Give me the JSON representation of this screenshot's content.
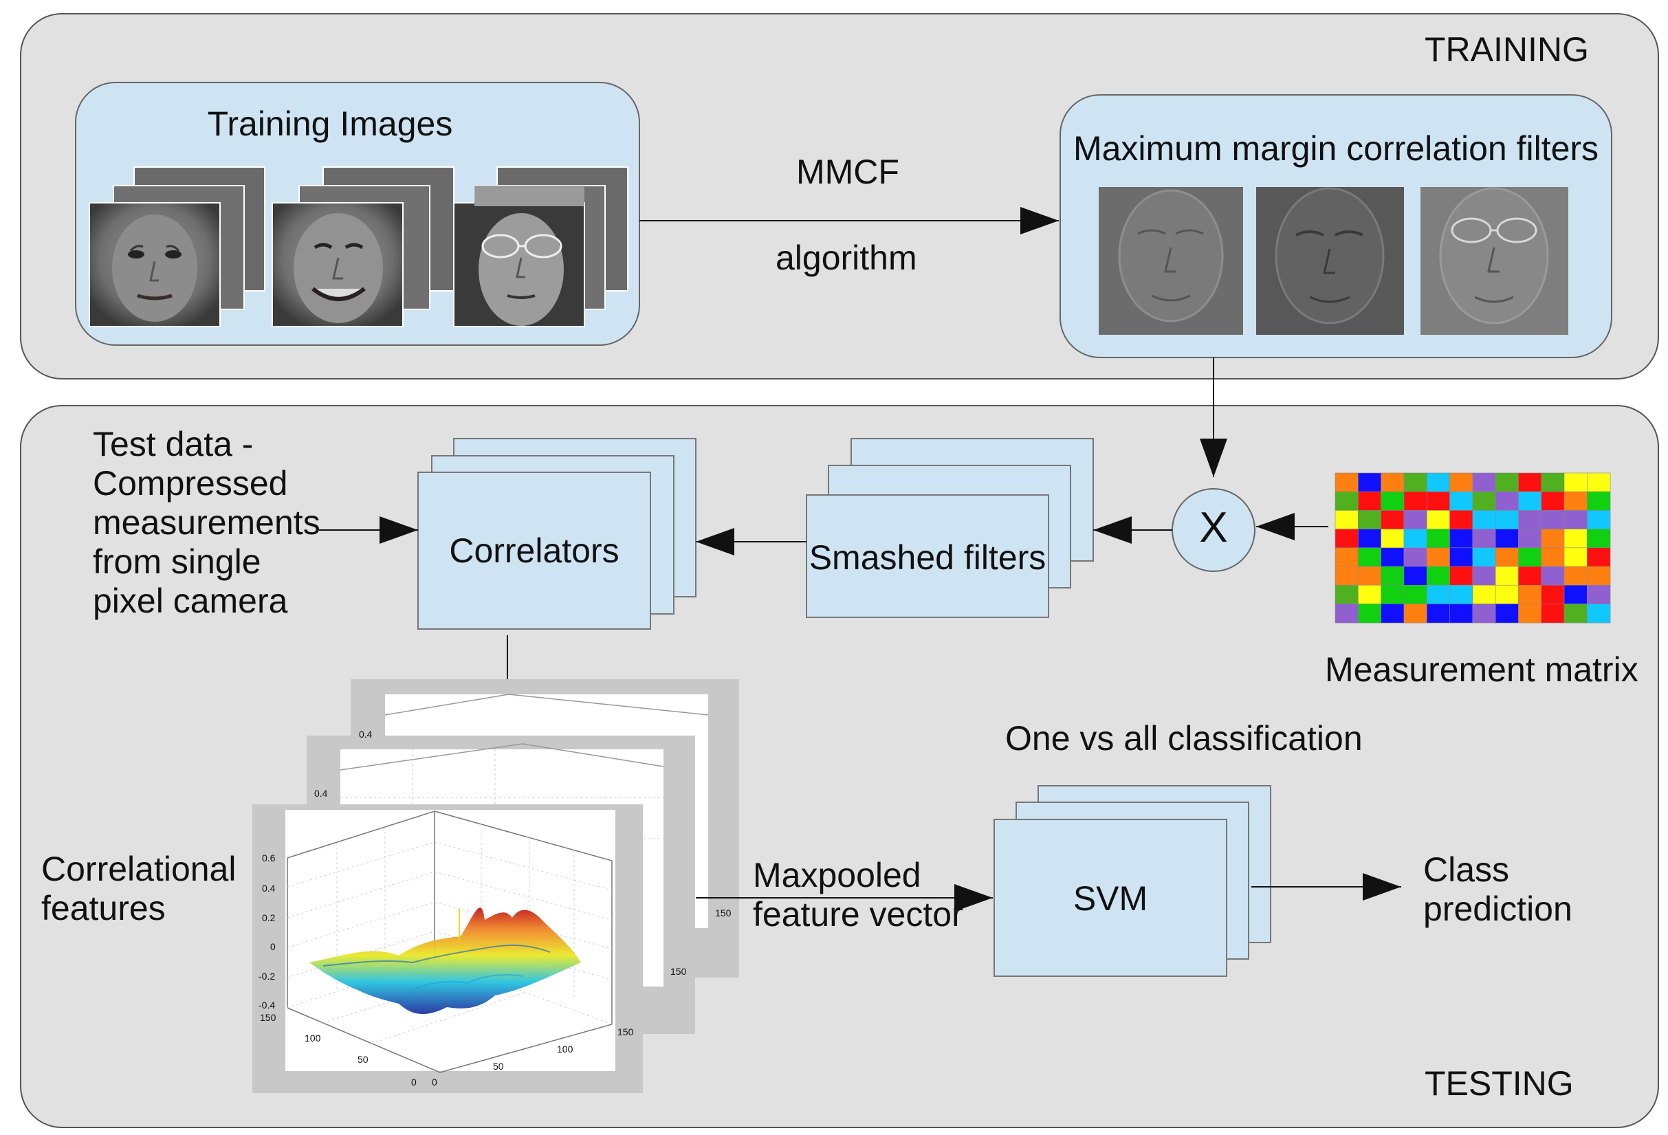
{
  "training": {
    "section_label": "TRAINING",
    "images_box_title": "Training Images",
    "arrow_label_top": "MMCF",
    "arrow_label_bottom": "algorithm",
    "filters_box_title": "Maximum margin correlation filters"
  },
  "testing": {
    "section_label": "TESTING",
    "test_data_label": "Test data -\nCompressed\nmeasurements\nfrom single\npixel camera",
    "correlators_label": "Correlators",
    "smashed_filters_label": "Smashed filters",
    "multiply_label": "X",
    "measurement_matrix_label": "Measurement matrix",
    "correlational_features_label": "Correlational\nfeatures",
    "maxpooled_label": "Maxpooled\nfeature vector",
    "one_vs_all_label": "One vs all classification",
    "svm_label": "SVM",
    "class_prediction_label": "Class\nprediction"
  },
  "plot_ticks": {
    "z": [
      "0.6",
      "0.4",
      "0.2",
      "0",
      "-0.2",
      "-0.4"
    ],
    "y": [
      "150",
      "100",
      "50",
      "0"
    ],
    "x": [
      "0",
      "50",
      "100",
      "150"
    ],
    "back_z": [
      "0.4",
      "0.4"
    ],
    "back_x": [
      "150",
      "150"
    ]
  },
  "colors": {
    "panel_bg": "#e1e1e1",
    "panel_border": "#555555",
    "box_fill": "#cfe4f3",
    "box_border": "#555555",
    "plot_frame": "#c8c8c8",
    "matrix_palette": [
      "#ff1010",
      "#ffff10",
      "#1010ff",
      "#10d010",
      "#ff8010",
      "#10c8ff",
      "#9060d0",
      "#50b020"
    ]
  },
  "icons": {
    "face_images": "grayscale-face-photo",
    "filter_images": "correlation-filter-template",
    "plots": "3d-surface-correlation-plot",
    "matrix": "random-color-measurement-matrix"
  }
}
